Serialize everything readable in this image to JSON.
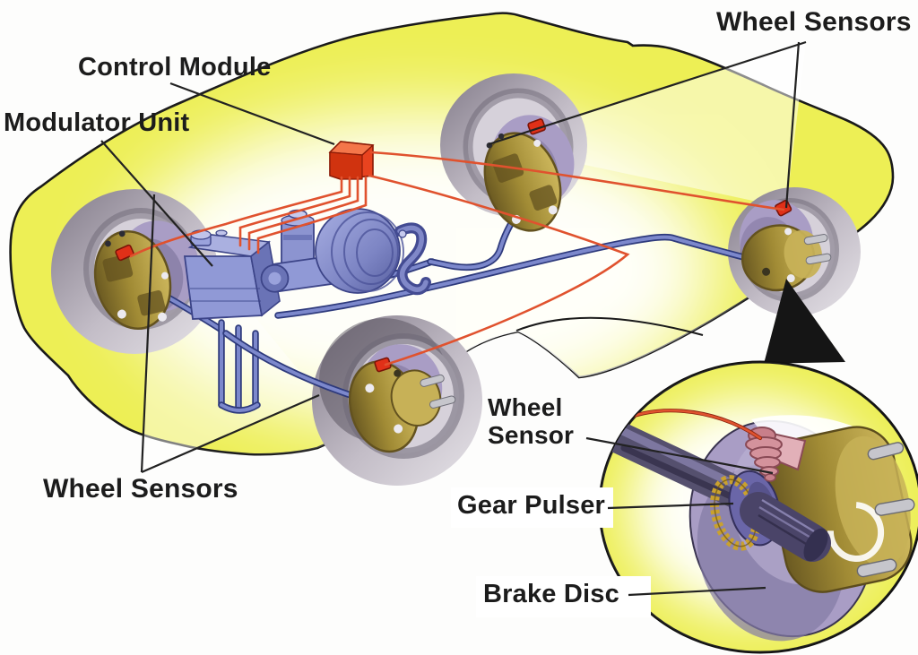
{
  "labels": {
    "control_module": "Control Module",
    "modulator_unit": "Modulator Unit",
    "wheel_sensors_top": "Wheel Sensors",
    "wheel_sensors_bottom": "Wheel Sensors",
    "inset_wheel_sensor_line1": "Wheel",
    "inset_wheel_sensor_line2": "Sensor",
    "gear_pulser": "Gear Pulser",
    "brake_disc": "Brake Disc"
  },
  "callouts": [
    {
      "label": "Control Module",
      "points_to": "red module box"
    },
    {
      "label": "Modulator Unit",
      "points_to": "hydraulic modulator"
    },
    {
      "label": "Wheel Sensors",
      "points_to": "front-right and rear-right wheel sensors"
    },
    {
      "label": "Wheel Sensors",
      "points_to": "front-left and rear-left wheel sensors"
    },
    {
      "label": "Wheel Sensor",
      "points_to": "sensor in magnified inset"
    },
    {
      "label": "Gear Pulser",
      "points_to": "toothed ring in magnified inset"
    },
    {
      "label": "Brake Disc",
      "points_to": "disc in magnified inset"
    }
  ],
  "colors": {
    "background": "#fdfdfc",
    "outline": "#1a1a1a",
    "leader": "#222222",
    "body_yellow": "#edef55",
    "body_glow": "#ffffff",
    "tire_dark": "#8a8391",
    "tire_light": "#dcd8de",
    "rim": "#d6d1da",
    "rim_shadow": "#6e6776",
    "disc": "#a99dc5",
    "disc_dark": "#776d96",
    "hub_olive": "#a18b35",
    "hub_olive_light": "#c7b157",
    "hub_olive_dark": "#63521f",
    "pipe_blue": "#7c88cc",
    "pipe_blue_dark": "#2e3a7c",
    "wire_red": "#e0522e",
    "wire_red_dark": "#8a2410",
    "module_red": "#e8431f",
    "module_red_light": "#f4764a",
    "component_blue": "#9099d6",
    "component_blue_mid": "#6a73b6",
    "component_blue_dark": "#3c4488",
    "sensor_red": "#e03018",
    "inset_pink": "#d4929c",
    "inset_pink_dark": "#8a4a56",
    "axle_slate": "#55506e",
    "axle_dark": "#3a3550",
    "gear_gold": "#c9a12f",
    "stud_gray": "#c6c6cc",
    "label_text": "#1c1c1c",
    "callout_white": "rgba(255,255,255,0.5)"
  }
}
